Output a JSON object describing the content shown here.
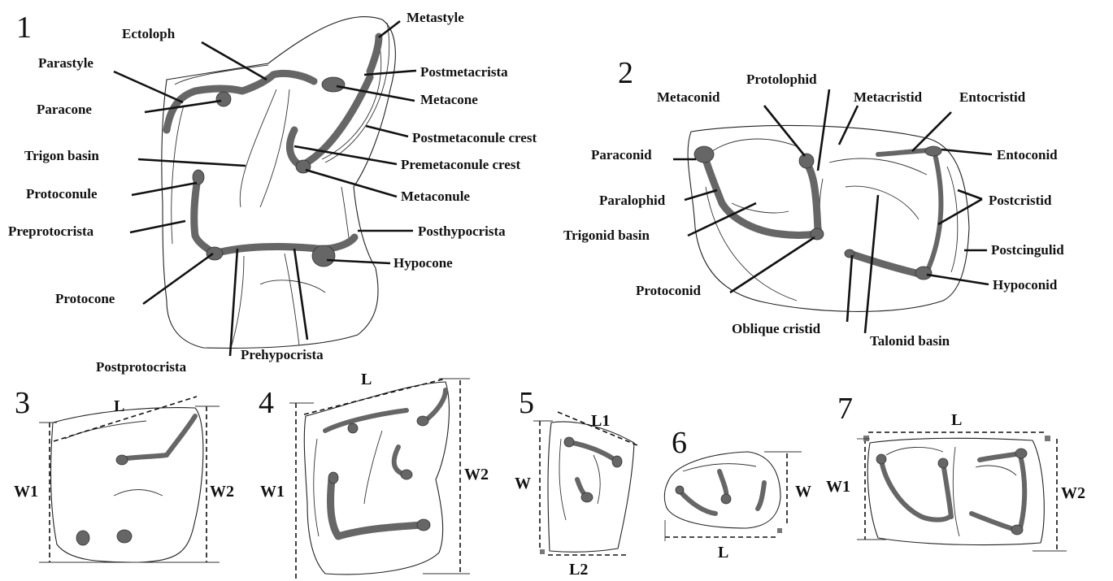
{
  "figure_numbers": [
    "1",
    "2",
    "3",
    "4",
    "5",
    "6",
    "7"
  ],
  "fig1_labels": {
    "ectoloph": "Ectoloph",
    "metastyle": "Metastyle",
    "parastyle": "Parastyle",
    "postmetacrista": "Postmetacrista",
    "paracone": "Paracone",
    "metacone": "Metacone",
    "postmetaconule_crest": "Postmetaconule crest",
    "trigon_basin": "Trigon basin",
    "premetaconule_crest": "Premetaconule crest",
    "protoconule": "Protoconule",
    "metaconule": "Metaconule",
    "preprotocrista": "Preprotocrista",
    "posthypocrista": "Posthypocrista",
    "hypocone": "Hypocone",
    "protocone": "Protocone",
    "prehypocrista": "Prehypocrista",
    "postprotocrista": "Postprotocrista"
  },
  "fig2_labels": {
    "protolophid": "Protolophid",
    "metaconid": "Metaconid",
    "metacristid": "Metacristid",
    "entocristid": "Entocristid",
    "paraconid": "Paraconid",
    "entoconid": "Entoconid",
    "paralophid": "Paralophid",
    "postcristid": "Postcristid",
    "trigonid_basin": "Trigonid basin",
    "postcingulid": "Postcingulid",
    "hypoconid": "Hypoconid",
    "protoconid": "Protoconid",
    "oblique_cristid": "Oblique cristid",
    "talonid_basin": "Talonid basin"
  },
  "measure_labels": {
    "fig3": {
      "l": "L",
      "w1": "W1",
      "w2": "W2"
    },
    "fig4": {
      "l": "L",
      "w1": "W1",
      "w2": "W2"
    },
    "fig5": {
      "l1": "L1",
      "w": "W",
      "l2": "L2"
    },
    "fig6": {
      "w": "W",
      "l": "L"
    },
    "fig7": {
      "l": "L",
      "w1": "W1",
      "w2": "W2"
    }
  }
}
